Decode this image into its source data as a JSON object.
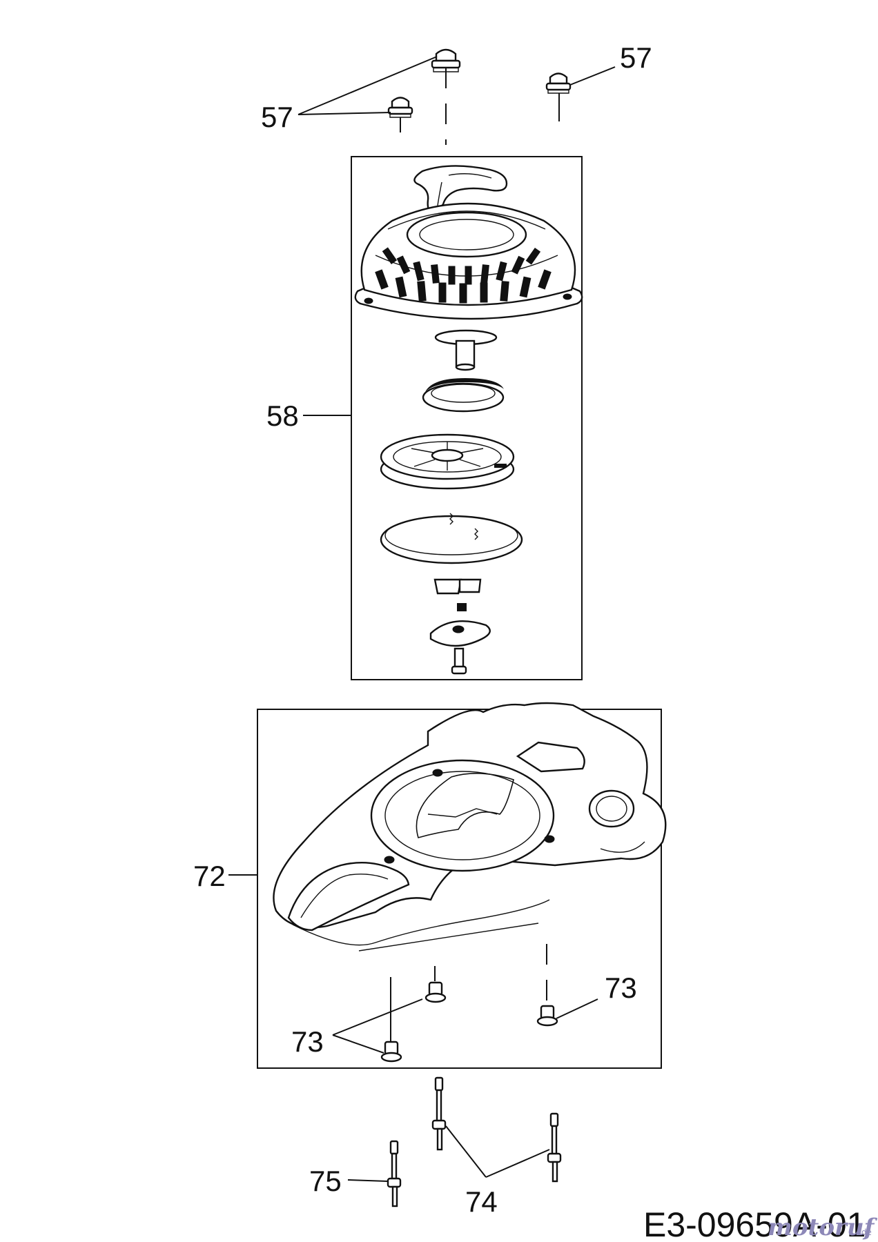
{
  "diagram": {
    "labels": {
      "p57_left": "57",
      "p57_right": "57",
      "p58": "58",
      "p72": "72",
      "p73_right": "73",
      "p73_left": "73",
      "p74": "74",
      "p75": "75"
    },
    "drawing_code": "E3-09659A-01",
    "watermark": {
      "brand": "motoruf",
      "suffix": ".de",
      "color": "#8d88b8"
    }
  }
}
